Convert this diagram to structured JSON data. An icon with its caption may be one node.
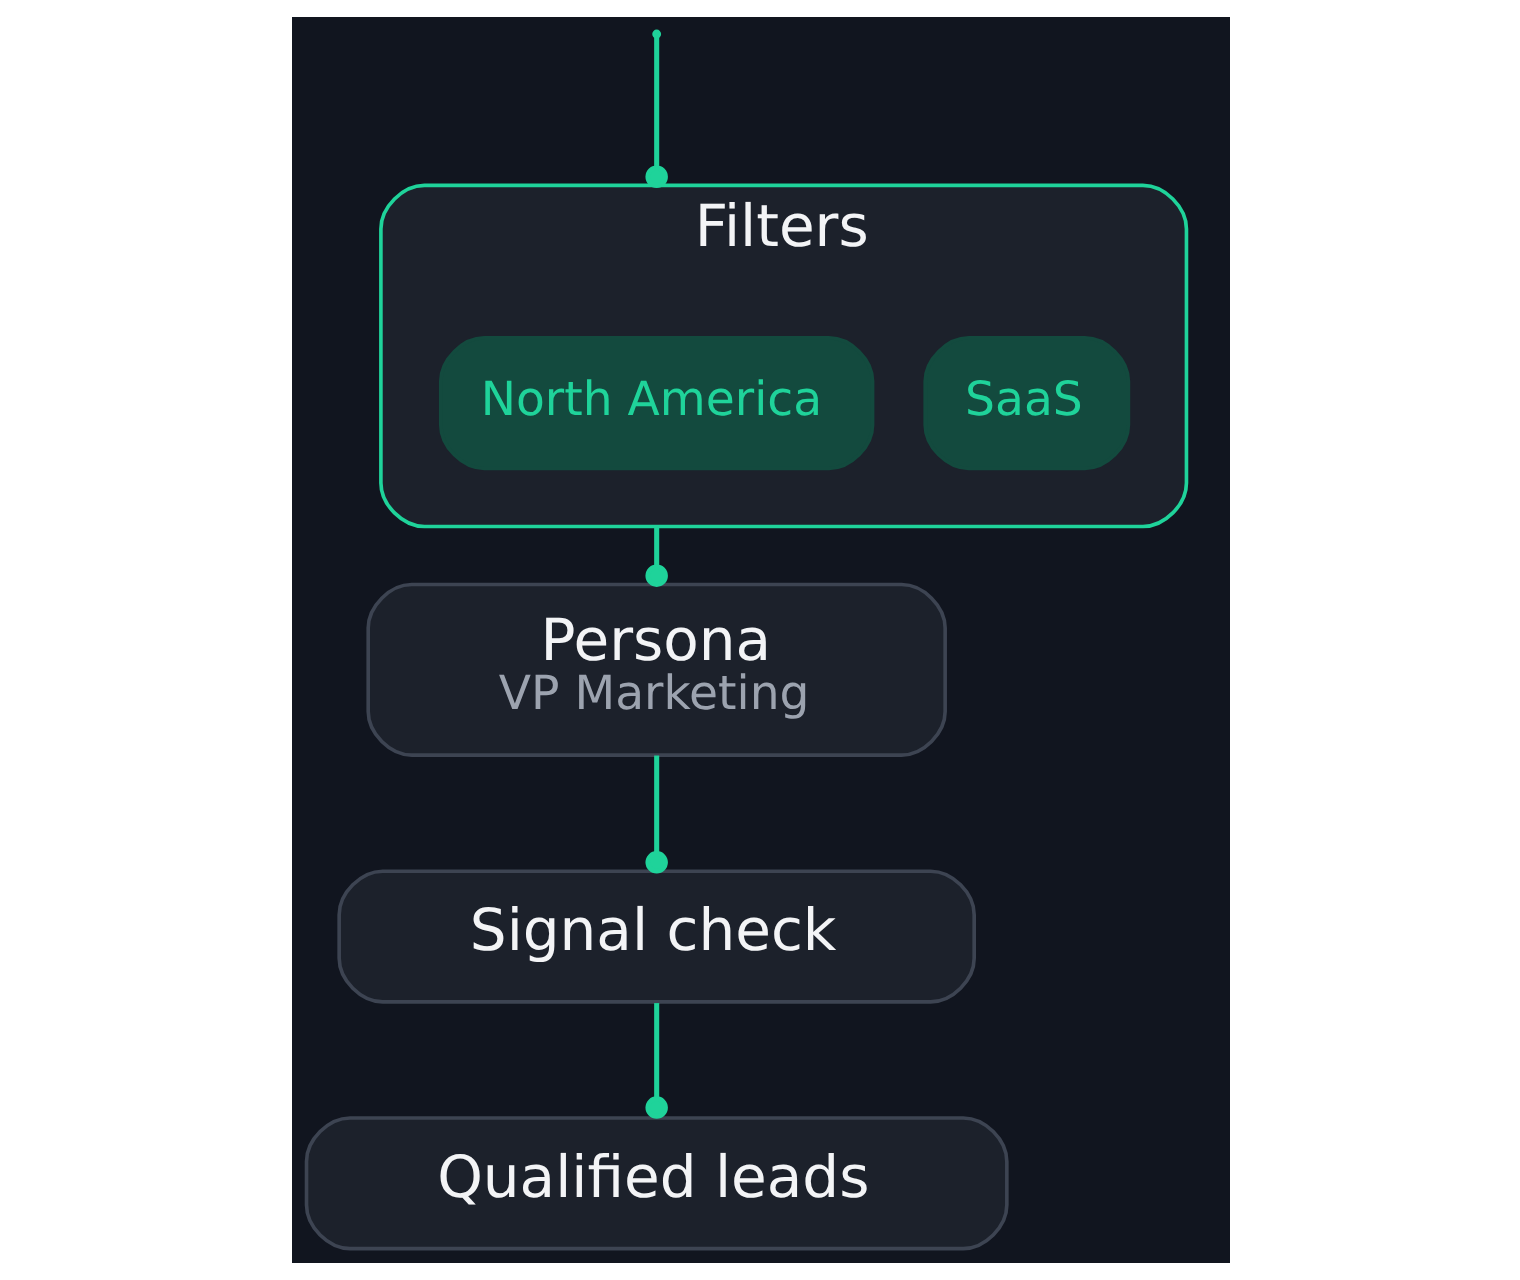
{
  "diagram": {
    "nodes": [
      {
        "text": [
          "Filters"
        ]
      },
      {
        "text": [
          "SaaS"
        ],
        "in": 0
      },
      {
        "text": [
          "North America"
        ],
        "in": 0
      },
      {
        "text": [
          "Persona",
          "VP Marketing"
        ]
      },
      {
        "text": [
          "Signal check"
        ]
      },
      {
        "text": [
          "Qualified leads"
        ]
      }
    ],
    "edges": [
      {
        "from": null,
        "to": 0,
        "arrow": "other"
      },
      {
        "from": 0,
        "to": 3,
        "arrow": "other"
      },
      {
        "from": 3,
        "to": 4,
        "arrow": "other"
      },
      {
        "from": 4,
        "to": 5,
        "arrow": "other"
      }
    ]
  }
}
